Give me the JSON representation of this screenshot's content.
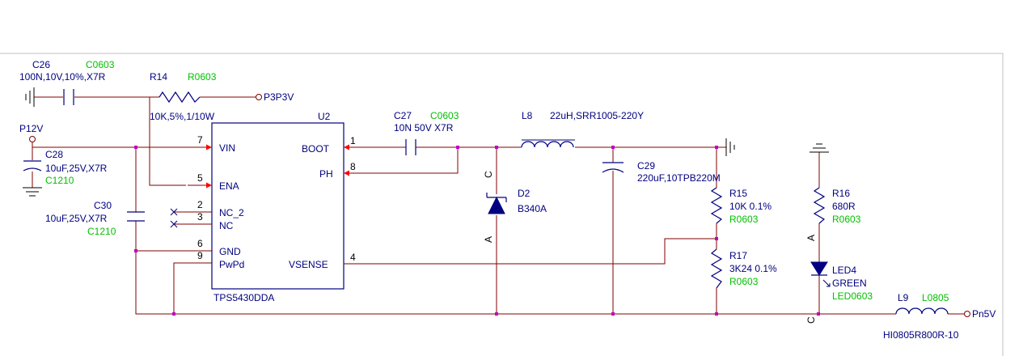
{
  "components": {
    "c26": {
      "ref": "C26",
      "value": "100N,10V,10%,X7R",
      "footprint": "C0603"
    },
    "r14": {
      "ref": "R14",
      "value": "10K,5%,1/10W",
      "footprint": "R0603"
    },
    "c28": {
      "ref": "C28",
      "value": "10uF,25V,X7R",
      "footprint": "C1210"
    },
    "c30": {
      "ref": "C30",
      "value": "10uF,25V,X7R",
      "footprint": "C1210"
    },
    "u2": {
      "ref": "U2",
      "part": "TPS5430DDA",
      "pins_left": [
        {
          "num": "7",
          "name": "VIN"
        },
        {
          "num": "5",
          "name": "ENA"
        },
        {
          "num": "2",
          "name": "NC_2"
        },
        {
          "num": "3",
          "name": "NC"
        },
        {
          "num": "6",
          "name": "GND"
        },
        {
          "num": "9",
          "name": "PwPd"
        }
      ],
      "pins_right": [
        {
          "num": "1",
          "name": "BOOT"
        },
        {
          "num": "8",
          "name": "PH"
        },
        {
          "num": "4",
          "name": "VSENSE"
        }
      ]
    },
    "c27": {
      "ref": "C27",
      "value": "10N 50V X7R",
      "footprint": "C0603"
    },
    "l8": {
      "ref": "L8",
      "value": "22uH,SRR1005-220Y"
    },
    "d2": {
      "ref": "D2",
      "value": "B340A",
      "pin_c": "C",
      "pin_a": "A"
    },
    "c29": {
      "ref": "C29",
      "value": "220uF,10TPB220M"
    },
    "r15": {
      "ref": "R15",
      "value": "10K 0.1%",
      "footprint": "R0603"
    },
    "r17": {
      "ref": "R17",
      "value": "3K24 0.1%",
      "footprint": "R0603"
    },
    "r16": {
      "ref": "R16",
      "value": "680R",
      "footprint": "R0603"
    },
    "led4": {
      "ref": "LED4",
      "value": "GREEN",
      "footprint": "LED0603",
      "pin_a": "A",
      "pin_c": "C"
    },
    "l9": {
      "ref": "L9",
      "value": "HI0805R800R-10",
      "footprint": "L0805"
    }
  },
  "ports": {
    "p3p3v": "P3P3V",
    "p12v": "P12V",
    "pn5v": "Pn5V"
  },
  "colors": {
    "wire": "#800000",
    "component": "#000080",
    "footprint": "#00c000",
    "pin_arrow": "#ff0000",
    "junction": "#c000c0",
    "ground": "#000000"
  }
}
